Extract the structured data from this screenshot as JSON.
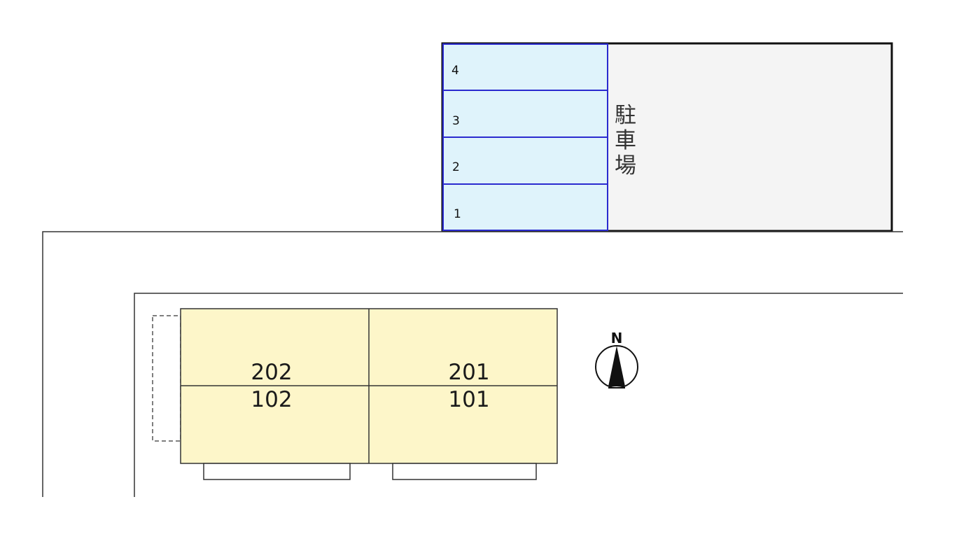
{
  "parking": {
    "label_chars": [
      "駐",
      "車",
      "場"
    ],
    "slots": [
      {
        "number": "4"
      },
      {
        "number": "3"
      },
      {
        "number": "2"
      },
      {
        "number": "1"
      }
    ]
  },
  "building": {
    "units_upper": [
      "202",
      "201"
    ],
    "units_lower": [
      "102",
      "101"
    ]
  },
  "compass": {
    "label": "N"
  },
  "colors": {
    "parking_slot_fill": "#dff3fb",
    "parking_slot_border": "#2a2acf",
    "parking_area_fill": "#f4f4f4",
    "building_fill": "#fdf6c9",
    "line": "#333333"
  },
  "icons": {
    "compass": "north-arrow-icon"
  }
}
